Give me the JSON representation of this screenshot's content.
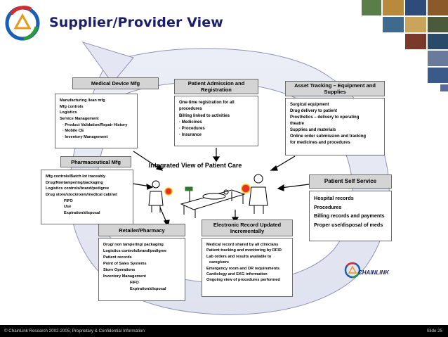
{
  "header": {
    "title": "Supplier/Provider View"
  },
  "diagram": {
    "center_title": "Integrated View of Patient Care",
    "medical_device": {
      "title": "Medical Device Mfg",
      "items": [
        "Manufacturing /lean mfg",
        "Mfg controls",
        "Logistics",
        "Service Management",
        "Product Validation/Repair History",
        "Mobile CE",
        "Inventory Management"
      ]
    },
    "patient_admission": {
      "title_line1": "Patient Admission and",
      "title_line2": "Registration",
      "items": [
        "One-time registration for all",
        "procedures",
        "Billing linked to activities",
        "Medicines",
        "Procedures",
        "Insurance"
      ]
    },
    "asset_tracking": {
      "title_line1": "Asset Tracking – Equipment and",
      "title_line2": "Supplies",
      "items": [
        "Surgical equipment",
        "Drug delivery to patient",
        "Prosthetics – delivery to operating",
        "theatre",
        "Supplies and materials",
        "Online order submission and tracking",
        "for medicines and procedures"
      ]
    },
    "pharmaceutical": {
      "title": "Pharmaceutical Mfg",
      "items": [
        "Mfg controls/Batch lot traceably",
        "Drug/Nontampering/packaging",
        "Logistics controls/brand/pedigree",
        "Drug store/stockroom/medical cabinet",
        "FIFO",
        "Use",
        "Expiration/disposal"
      ]
    },
    "patient_self_service": {
      "title": "Patient Self Service",
      "items": [
        "Hospital records",
        "Procedures",
        "Billing records and payments",
        "Proper use/disposal of meds"
      ]
    },
    "retailer": {
      "title": "Retailer/Pharmacy",
      "items": [
        "Drug/ non tampering/ packaging",
        "Logistics controls/brand/pedigree",
        "Patient records",
        "Point of Sales Systems",
        "Store Operations",
        "Inventory Management",
        "FIFO",
        "Expiration/disposal"
      ]
    },
    "electronic_record": {
      "title_line1": "Electronic Record Updated",
      "title_line2": "Incrementally",
      "items": [
        "Medical record shared by all clinicians",
        "Patient tracking and monitoring by RFID",
        "Lab orders and results available to",
        "caregivers",
        "Emergency room and OR requirements",
        "Cardiology and EKG information",
        "Ongoing view of procedures performed"
      ]
    },
    "chainlink_logo_text": "CHAINLINK"
  },
  "footer": {
    "left": "© ChainLink Research 2002-2005; Proprietary & Confidential Information",
    "right": "Slide 25"
  },
  "colors": {
    "title": "#1b1f6b",
    "ring": "#e4e7f3",
    "ring_stroke": "#8f94b8",
    "header_fill": "#d4d4d4",
    "footer": "#000000"
  }
}
